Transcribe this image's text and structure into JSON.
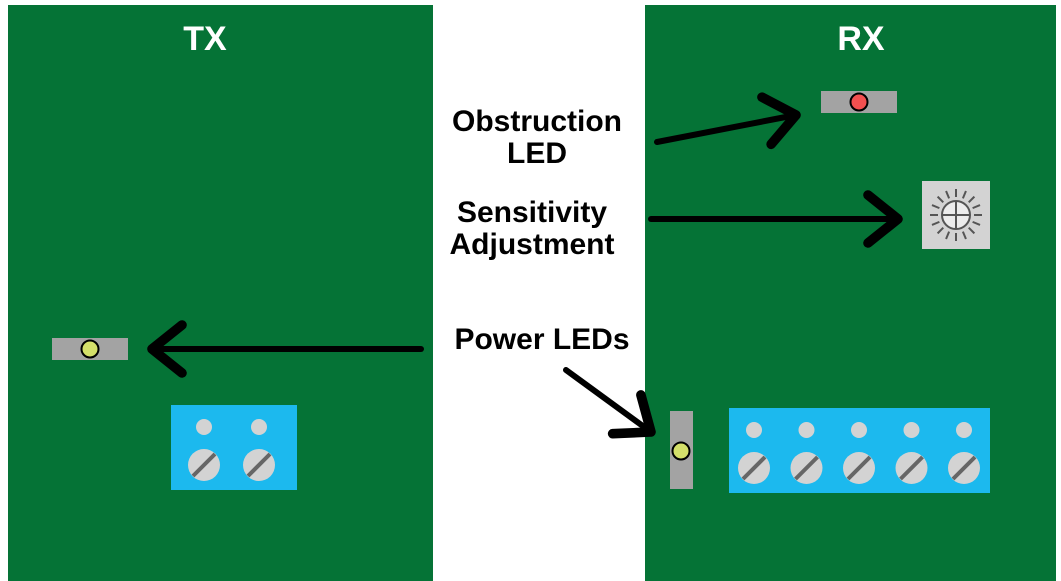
{
  "colors": {
    "board": "#057336",
    "terminal": "#1cb9ee",
    "led_housing": "#a3a3a3",
    "power_led": "#d4e06a",
    "obstruction_led": "#f25050",
    "screw": "#d3d3d3",
    "arrow": "#000000"
  },
  "tx_board": {
    "label": "TX",
    "terminal_count": 2
  },
  "rx_board": {
    "label": "RX",
    "terminal_count": 5
  },
  "callouts": {
    "obstruction": {
      "line1": "Obstruction",
      "line2": "LED"
    },
    "sensitivity": {
      "line1": "Sensitivity",
      "line2": "Adjustment"
    },
    "power": {
      "line1": "Power LEDs"
    }
  },
  "icons": {
    "obstruction_led": "red-led-icon",
    "sensitivity_pot": "potentiometer-dial-icon",
    "power_led": "green-led-icon"
  }
}
